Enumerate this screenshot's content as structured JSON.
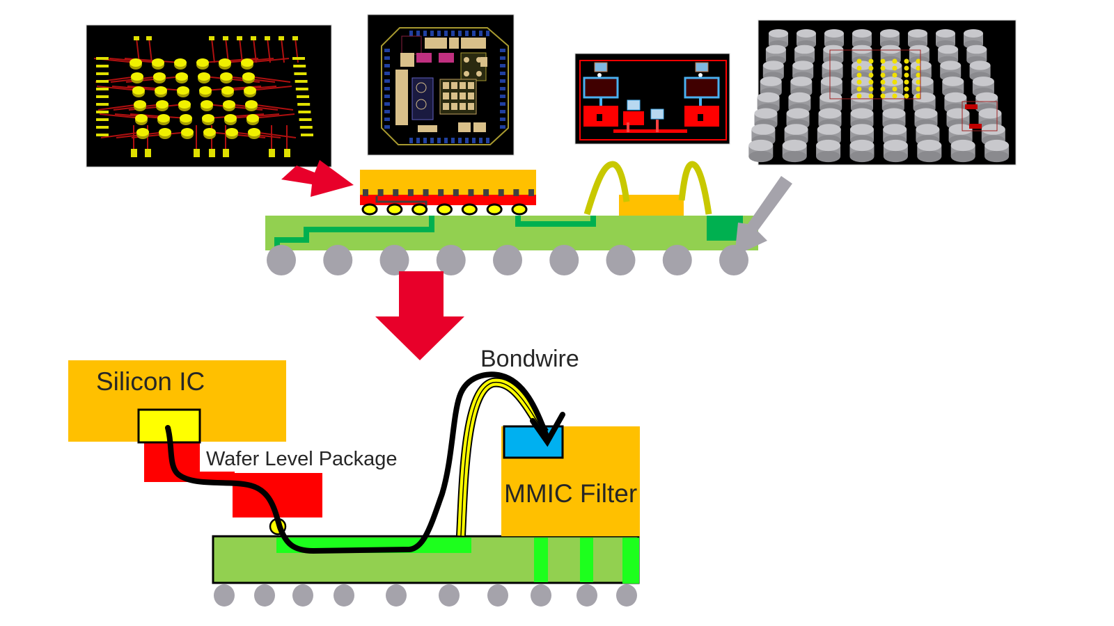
{
  "colors": {
    "chip_orange": "#FFC000",
    "redistribution_red": "#FF0000",
    "substrate_green": "#92D050",
    "trace_dark_green": "#00B050",
    "trace_bright_green": "#1DFF1D",
    "solder_ball_gray": "#A5A3AB",
    "arrow_red": "#E8002A",
    "arrow_gray": "#A5A3AB",
    "bondwire_olive": "#C8C800",
    "pad_yellow": "#FFFF00",
    "pad_blue": "#00B0F0",
    "bump_yellow": "#FFFF00",
    "thumbnail_bg": "#000000"
  },
  "thumbnails": [
    {
      "name": "package-ball-grid-3d-view",
      "description": "3D view of ball grid with red routing traces"
    },
    {
      "name": "silicon-ic-layout",
      "description": "IC chip layout view"
    },
    {
      "name": "mmic-filter-layout",
      "description": "MMIC filter layout with red traces and blue pads"
    },
    {
      "name": "bga-package-3d-view",
      "description": "3D BGA package with gray solder columns"
    }
  ],
  "labels": {
    "silicon_ic": "Silicon IC",
    "wafer_level_package": "Wafer Level Package",
    "bondwire": "Bondwire",
    "mmic_filter": "MMIC Filter"
  },
  "top_assembly": {
    "flip_chip_bump_count": 7,
    "chip_micro_pad_count": 12,
    "solder_ball_count": 9,
    "bondwire_count": 2
  },
  "bottom_assembly": {
    "solder_ball_count": 10,
    "filter_via_count": 3
  }
}
